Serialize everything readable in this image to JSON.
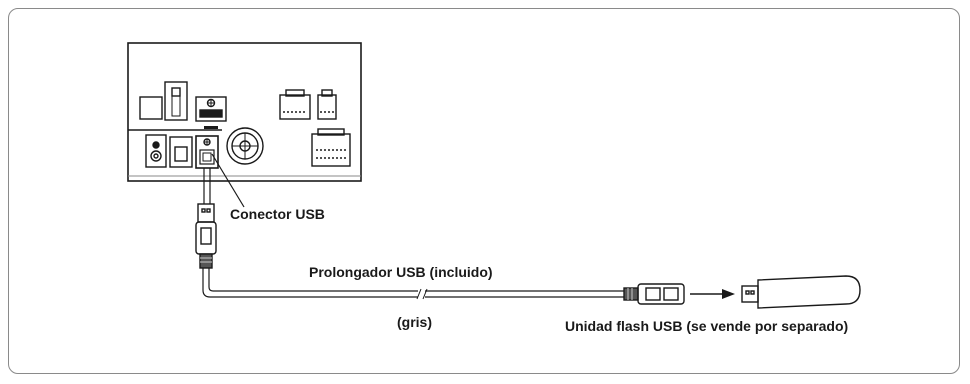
{
  "labels": {
    "usb_connector": "Conector USB",
    "usb_extension": "Prolongador USB (incluido)",
    "cable_color": "(gris)",
    "flash_drive": "Unidad flash USB (se vende por separado)"
  }
}
